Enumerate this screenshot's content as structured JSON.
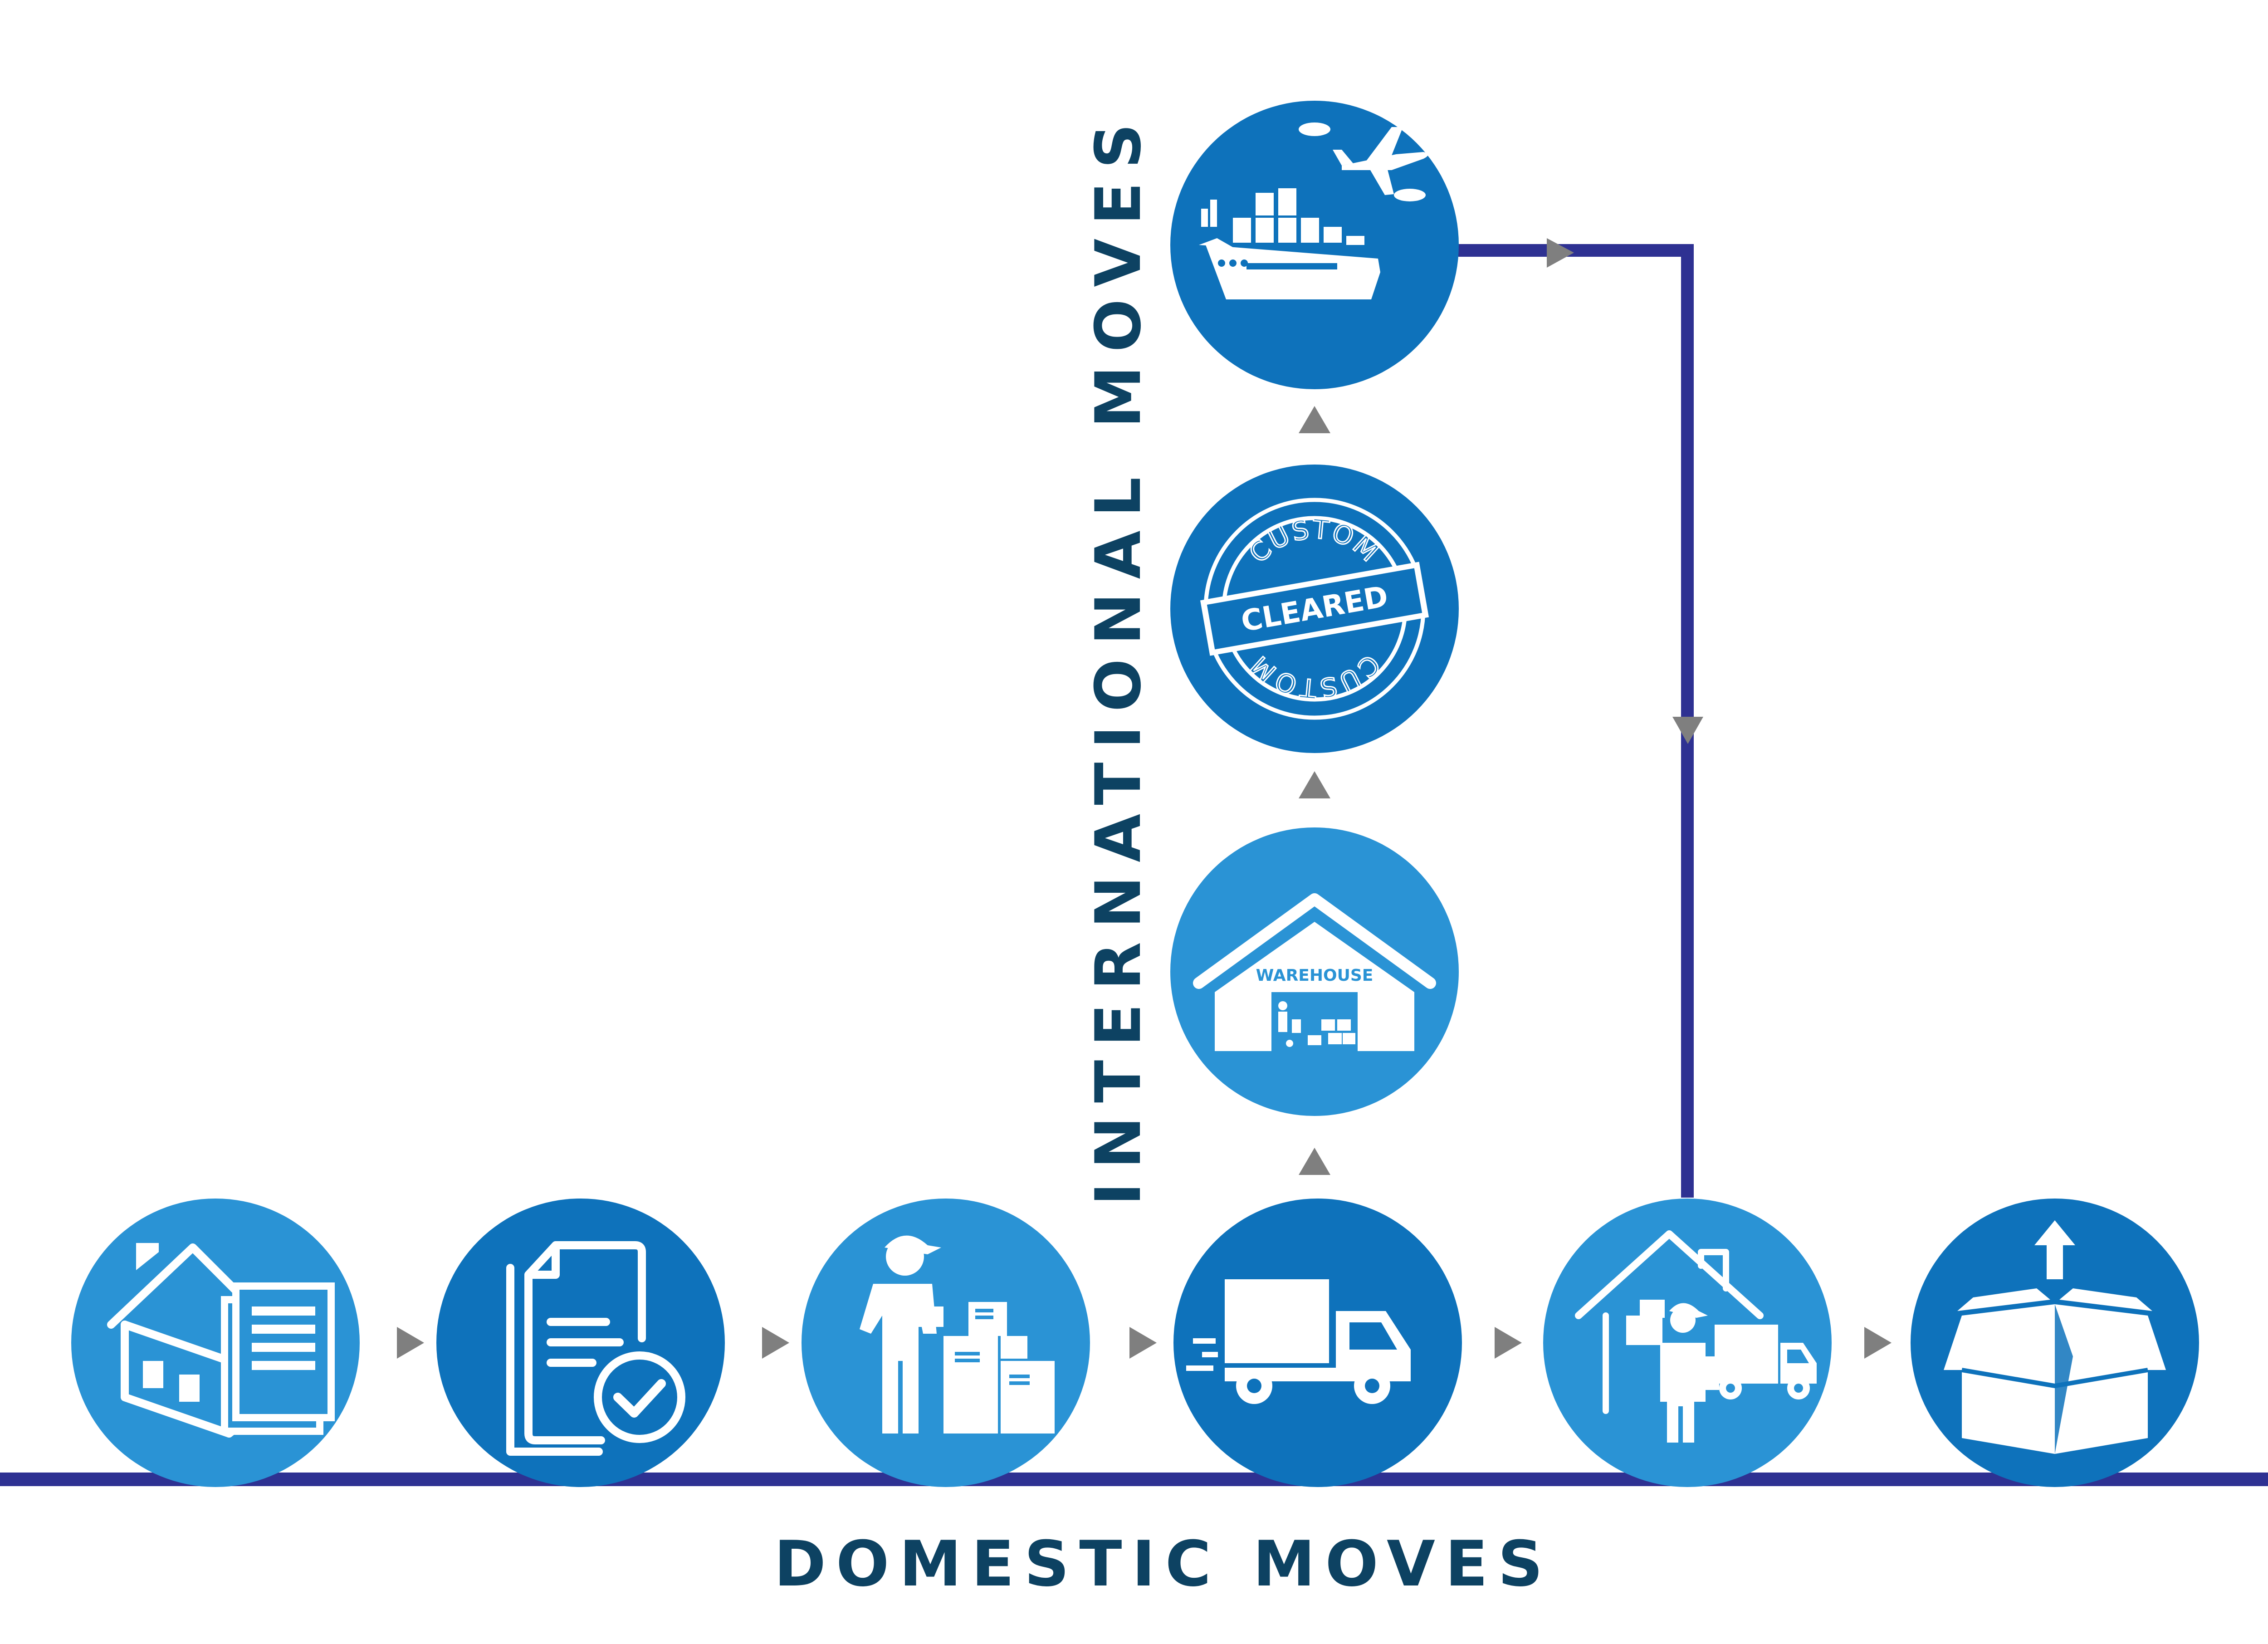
{
  "labels": {
    "domestic": "DOMESTIC MOVES",
    "international": "INTERNATIONAL MOVES"
  },
  "badges": {
    "warehouse": "WAREHOUSE",
    "custom_top": "CUSTOM",
    "cleared": "CLEARED",
    "custom_bottom": "CUSTOM"
  },
  "colors": {
    "circle_light": "#2a93d5",
    "circle_dark": "#0e72bb",
    "line": "#2e3192",
    "arrow": "#7f7f7f",
    "label": "#0d4262"
  },
  "steps": [
    {
      "icon": "house-documents-icon"
    },
    {
      "icon": "approved-document-icon"
    },
    {
      "icon": "mover-boxes-icon"
    },
    {
      "icon": "moving-truck-icon"
    },
    {
      "icon": "home-delivery-icon"
    },
    {
      "icon": "unpacking-box-icon"
    },
    {
      "icon": "warehouse-icon"
    },
    {
      "icon": "custom-cleared-stamp-icon"
    },
    {
      "icon": "ship-plane-freight-icon"
    }
  ]
}
